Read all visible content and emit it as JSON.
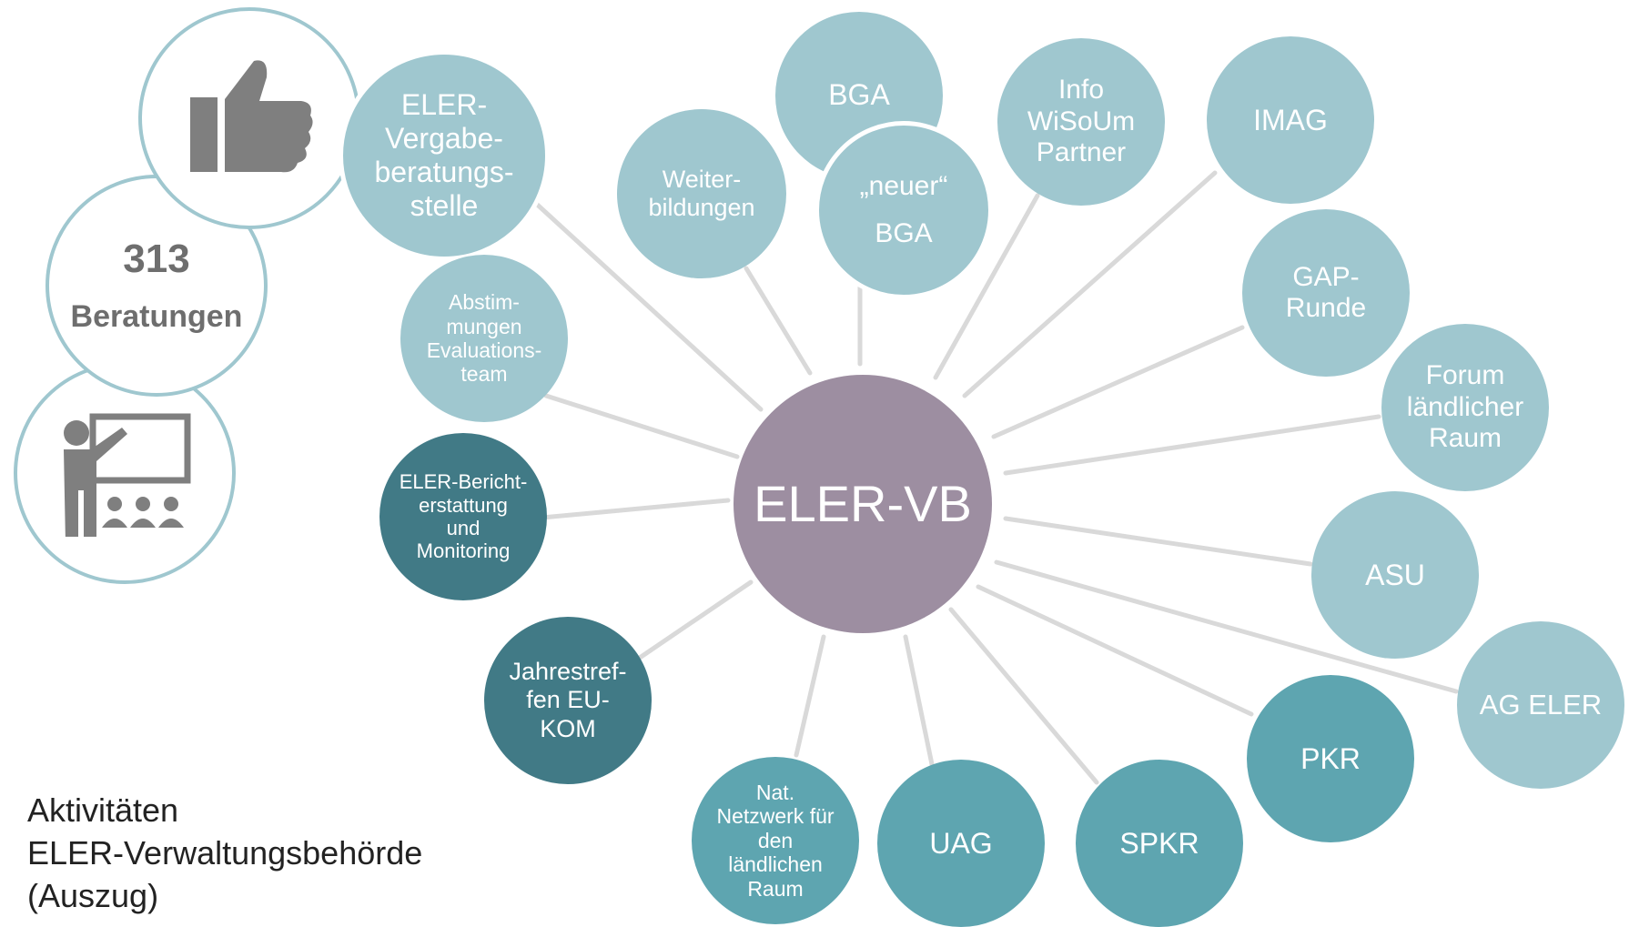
{
  "center": "ELER-VB",
  "counter": {
    "number": "313",
    "label": "Beratungen"
  },
  "nodes": {
    "vergabe": "ELER-\nVergabe-\nberatungs-\nstelle",
    "bga": "BGA",
    "neuer_bga": "„neuer“\nBGA",
    "weiterbildungen": "Weiter-\nbildungen",
    "info_wisoum": "Info\nWiSoUm\nPartner",
    "imag": "IMAG",
    "gap_runde": "GAP-\nRunde",
    "forum": "Forum\nländlicher\nRaum",
    "asu": "ASU",
    "ag_eler": "AG ELER",
    "pkr": "PKR",
    "spkr": "SPKR",
    "uag": "UAG",
    "nat_netzwerk": "Nat.\nNetzwerk für\nden\nländlichen\nRaum",
    "jahrestreffen": "Jahrestref-\nfen EU-\nKOM",
    "berichterstattung": "ELER-Bericht-\nerstattung\nund\nMonitoring",
    "abstimmungen": "Abstim-\nmungen\nEvaluations-\nteam"
  },
  "icons": {
    "top": "thumbs-up-icon",
    "bottom": "presenter-teaching-icon"
  },
  "caption": "Aktivitäten\nELER-Verwaltungsbehörde\n(Auszug)",
  "colors": {
    "light": "#9fc7cf",
    "mid": "#5ea5b0",
    "dark": "#417a86",
    "center": "#9d8ea1",
    "connector": "#d9d9d9",
    "icon": "#7f7f7f"
  }
}
